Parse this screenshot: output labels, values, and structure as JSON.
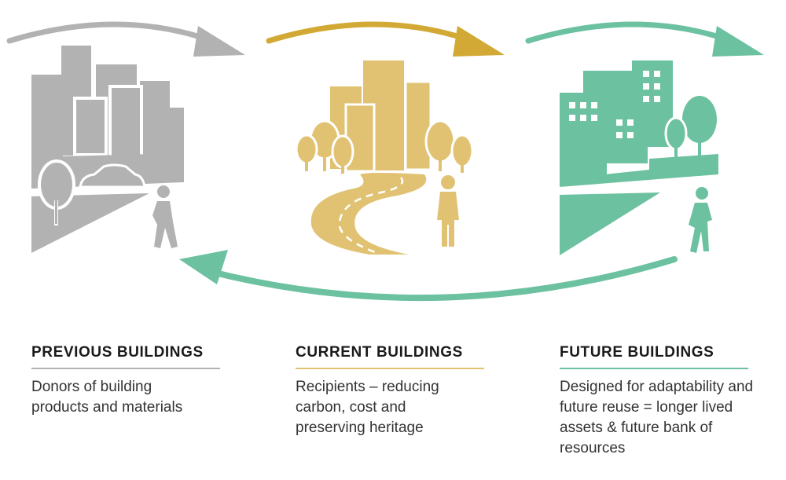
{
  "colors": {
    "previous": "#b3b2b3",
    "current": "#e0c272",
    "current_arrow": "#d2a934",
    "future": "#6cc1a0",
    "text": "#1a1a1a"
  },
  "icons": {
    "previous": "city-with-car-and-pedestrian-icon",
    "current": "city-with-trees-road-and-person-icon",
    "future": "green-buildings-with-tree-and-pedestrian-icon"
  },
  "columns": [
    {
      "title": "PREVIOUS BUILDINGS",
      "description": "Donors of building products and materials"
    },
    {
      "title": "CURRENT BUILDINGS",
      "description": "Recipients – reducing carbon, cost and preserving heritage"
    },
    {
      "title": "FUTURE BUILDINGS",
      "description": "Designed for adaptability and future reuse = longer lived assets & future bank of resources"
    }
  ]
}
